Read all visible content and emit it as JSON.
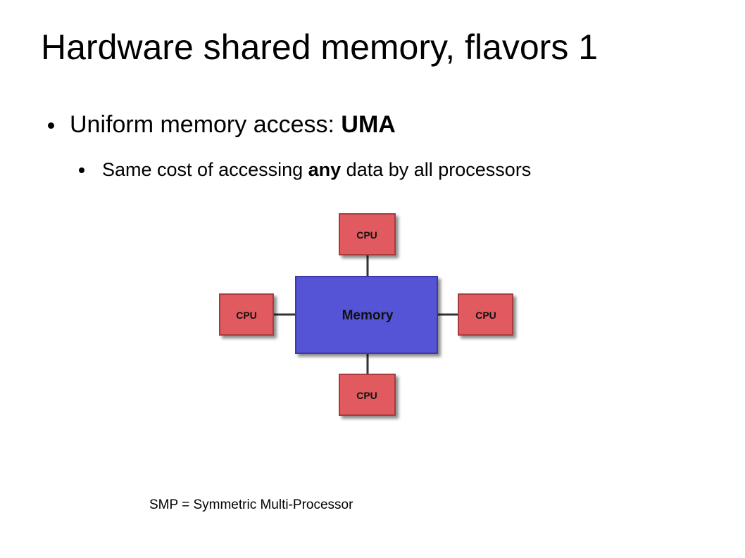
{
  "title": "Hardware shared memory, flavors 1",
  "bullets": {
    "level1": {
      "text": "Uniform memory access: ",
      "bold": "UMA"
    },
    "level2": {
      "before": "Same cost of accessing ",
      "bold": "any",
      "after": " data by all processors"
    }
  },
  "diagram": {
    "memory_label": "Memory",
    "cpu_top_label": "CPU",
    "cpu_left_label": "CPU",
    "cpu_right_label": "CPU",
    "cpu_bottom_label": "CPU",
    "colors": {
      "memory_fill": "#5552d6",
      "memory_border": "#3a38a8",
      "cpu_fill": "#e05a5e",
      "cpu_border": "#a83a3e",
      "connector": "#333333"
    }
  },
  "caption": "SMP = Symmetric Multi-Processor"
}
